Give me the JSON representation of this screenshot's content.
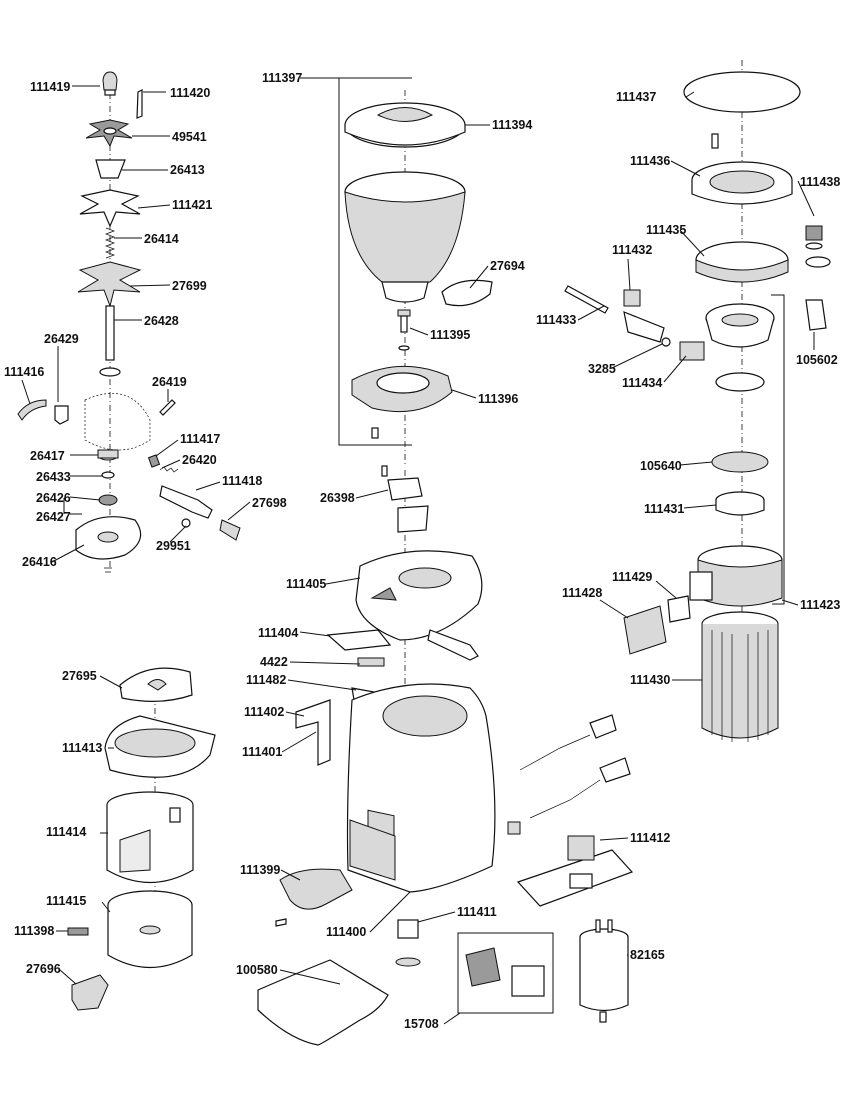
{
  "diagram": {
    "part_numbers": {
      "p111419": "111419",
      "p111420": "111420",
      "p49541": "49541",
      "p26413": "26413",
      "p111421": "111421",
      "p26414": "26414",
      "p27699": "27699",
      "p26428": "26428",
      "p26429": "26429",
      "p111416": "111416",
      "p26419": "26419",
      "p111417": "111417",
      "p26417": "26417",
      "p26420": "26420",
      "p26433": "26433",
      "p111418": "111418",
      "p26426": "26426",
      "p27698": "27698",
      "p26427": "26427",
      "p29951": "29951",
      "p26416": "26416",
      "p111397": "111397",
      "p111394": "111394",
      "p27694": "27694",
      "p111395": "111395",
      "p111396": "111396",
      "p26398": "26398",
      "p111405": "111405",
      "p111404": "111404",
      "p4422": "4422",
      "p111482": "111482",
      "p111402": "111402",
      "p111401": "111401",
      "p111399": "111399",
      "p111400": "111400",
      "p111411": "111411",
      "p100580": "100580",
      "p15708": "15708",
      "p111437": "111437",
      "p111436": "111436",
      "p111438": "111438",
      "p111435": "111435",
      "p111432": "111432",
      "p111433": "111433",
      "p105602": "105602",
      "p3285": "3285",
      "p111434": "111434",
      "p105640": "105640",
      "p111431": "111431",
      "p111429": "111429",
      "p111428": "111428",
      "p111423": "111423",
      "p111430": "111430",
      "p111412": "111412",
      "p82165": "82165",
      "p27695": "27695",
      "p111413": "111413",
      "p111414": "111414",
      "p111415": "111415",
      "p111398": "111398",
      "p27696": "27696"
    }
  }
}
